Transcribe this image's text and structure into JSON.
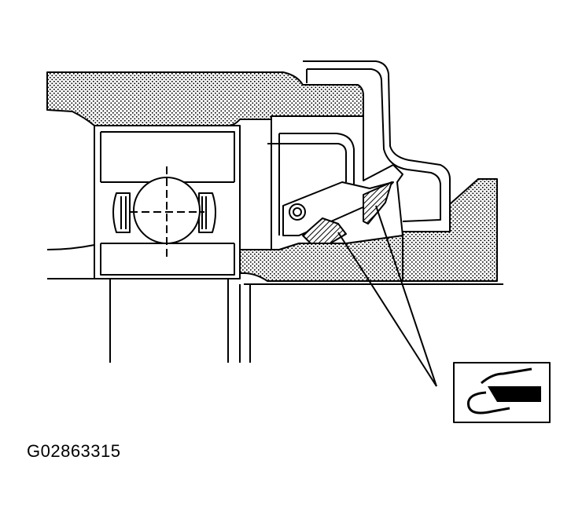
{
  "figure": {
    "id_label": "G02863315"
  },
  "parts": {
    "housing": "housing-section",
    "bearing": "ball-bearing",
    "seal": "lip-seal",
    "grease_symbol": "grease-icon"
  },
  "colors": {
    "line": "#000000",
    "background": "#ffffff",
    "stipple": "#000000"
  }
}
